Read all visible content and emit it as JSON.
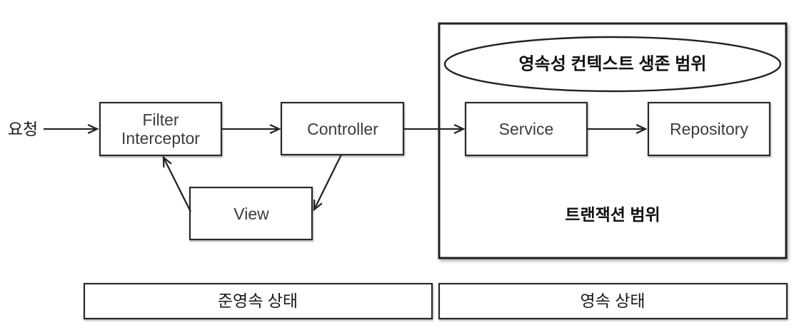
{
  "diagram": {
    "request_label": "요청",
    "nodes": {
      "filter": {
        "line1": "Filter",
        "line2": "Interceptor"
      },
      "controller": {
        "label": "Controller"
      },
      "service": {
        "label": "Service"
      },
      "repository": {
        "label": "Repository"
      },
      "view": {
        "label": "View"
      }
    },
    "persistence_context_label": "영속성 컨텍스트 생존 범위",
    "transaction_scope_label": "트랜잭션 범위",
    "states": {
      "detached": "준영속 상태",
      "persistent": "영속 상태"
    },
    "colors": {
      "line": "#262626",
      "text": "#3c3c3c",
      "background": "#ffffff"
    }
  }
}
